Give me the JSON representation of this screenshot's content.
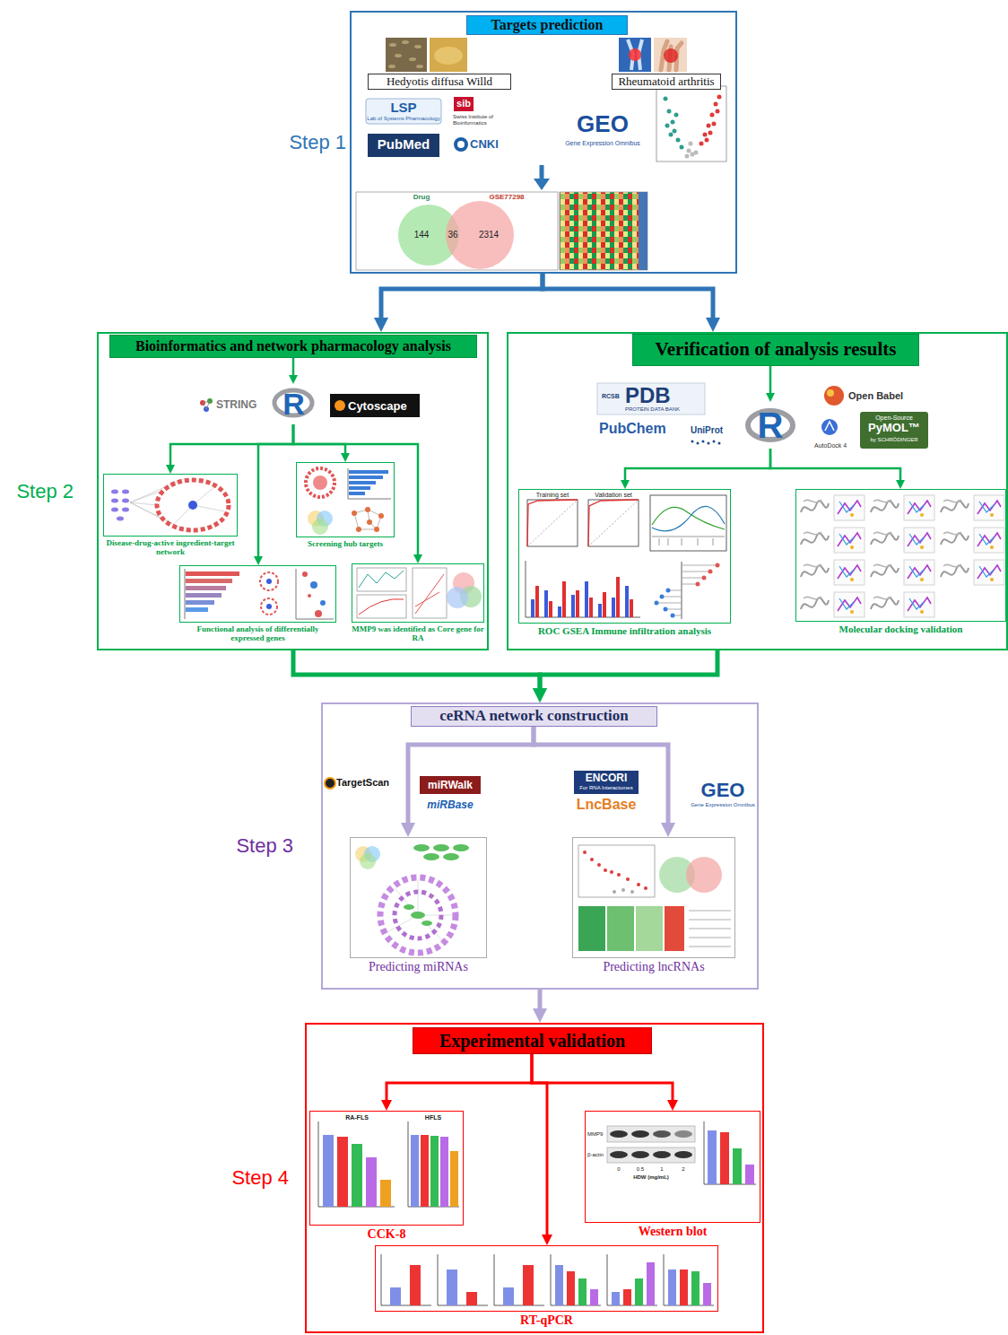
{
  "diagram": {
    "nodes": [
      {
        "text": [
          "Step 1"
        ]
      },
      {
        "text": [
          "Targets prediction"
        ],
        "in": 0
      },
      {
        "text": [
          "Hedyotis diffusa Willd"
        ],
        "in": 0
      },
      {
        "text": [
          "Rheumatoid arthritis"
        ],
        "in": 0
      },
      {
        "text": [
          "Step 2"
        ]
      },
      {
        "text": [
          "Bioinformatics and network pharmacology analysis"
        ],
        "in": 4
      },
      {
        "text": [
          "R"
        ],
        "in": 4
      },
      {
        "text": [
          "Disease-drug-active ingredient-target network"
        ],
        "in": 4
      },
      {
        "text": [
          "Screening hub targets"
        ],
        "in": 4
      },
      {
        "text": [
          "Functional analysis of differentially expressed genes"
        ],
        "in": 4
      },
      {
        "text": [
          "MMP9 was identified as Core gene for RA"
        ],
        "in": 4
      },
      {
        "text": []
      },
      {
        "text": [
          "Verification of analysis results"
        ],
        "in": 11
      },
      {
        "text": [
          "R"
        ],
        "in": 11
      },
      {
        "text": [
          "ROC GSEA Immune infiltration analysis"
        ],
        "in": 11
      },
      {
        "text": [
          "Molecular docking validation"
        ],
        "in": 11
      },
      {
        "text": [
          "Step 3"
        ]
      },
      {
        "text": [
          "ceRNA network construction"
        ],
        "in": 16
      },
      {
        "text": [
          "Predicting miRNAs"
        ],
        "in": 16
      },
      {
        "text": [
          "Predicting lncRNAs"
        ],
        "in": 16
      },
      {
        "text": [
          "Step 4"
        ]
      },
      {
        "text": [
          "Experimental validation"
        ],
        "in": 20
      },
      {
        "text": [
          "CCK-8"
        ],
        "in": 20
      },
      {
        "text": [
          "Western blot"
        ],
        "in": 20
      },
      {
        "text": [
          "RT-qPCR"
        ],
        "in": 20
      }
    ],
    "edges": [
      {
        "from": 0,
        "to": 4,
        "arrow": "to"
      },
      {
        "from": 0,
        "to": 11,
        "arrow": "to"
      },
      {
        "from": 5,
        "to": 6,
        "arrow": "to"
      },
      {
        "from": 6,
        "to": 7,
        "arrow": "to"
      },
      {
        "from": 6,
        "to": 8,
        "arrow": "to"
      },
      {
        "from": 6,
        "to": 9,
        "arrow": "to"
      },
      {
        "from": 6,
        "to": 10,
        "arrow": "to"
      },
      {
        "from": 12,
        "to": 13,
        "arrow": "to"
      },
      {
        "from": 13,
        "to": 14,
        "arrow": "to"
      },
      {
        "from": 13,
        "to": 15,
        "arrow": "to"
      },
      {
        "from": 4,
        "to": 16,
        "arrow": "to"
      },
      {
        "from": 11,
        "to": 16,
        "arrow": "to"
      },
      {
        "from": 17,
        "to": 18,
        "arrow": "to"
      },
      {
        "from": 17,
        "to": 19,
        "arrow": "to"
      },
      {
        "from": 16,
        "to": 20,
        "arrow": "to"
      },
      {
        "from": 21,
        "to": 22,
        "arrow": "to"
      },
      {
        "from": 21,
        "to": 23,
        "arrow": "to"
      },
      {
        "from": 21,
        "to": 24,
        "arrow": "to"
      }
    ],
    "labels": [
      "LSP",
      "Lab of Systems Pharmacology",
      "PubMed",
      "sib",
      "Swiss Institute of Bioinformatics",
      "CNKI",
      "GEO",
      "Gene Expression Omnibus",
      "Drug",
      "GSE77298",
      "144",
      "36",
      "2314",
      "STRING",
      "Cytoscape",
      "RCSB",
      "PDB",
      "PROTEIN DATA BANK",
      "PubChem",
      "UniProt",
      "Open Babel",
      "AutoDock 4",
      "Open-Source",
      "PyMOL™",
      "by SCHRÖDINGER",
      "Training set",
      "Validation set",
      "TargetScan",
      "miRWalk",
      "miRBase",
      "ENCORI",
      "For RNA Interactomes",
      "LncBase",
      "GEO",
      "Gene Expression Omnibus",
      "RA-FLS",
      "HFLS",
      "MMP9",
      "β-actin",
      "0",
      "0.5",
      "1",
      "2",
      "HDW (mg/mL)"
    ]
  }
}
